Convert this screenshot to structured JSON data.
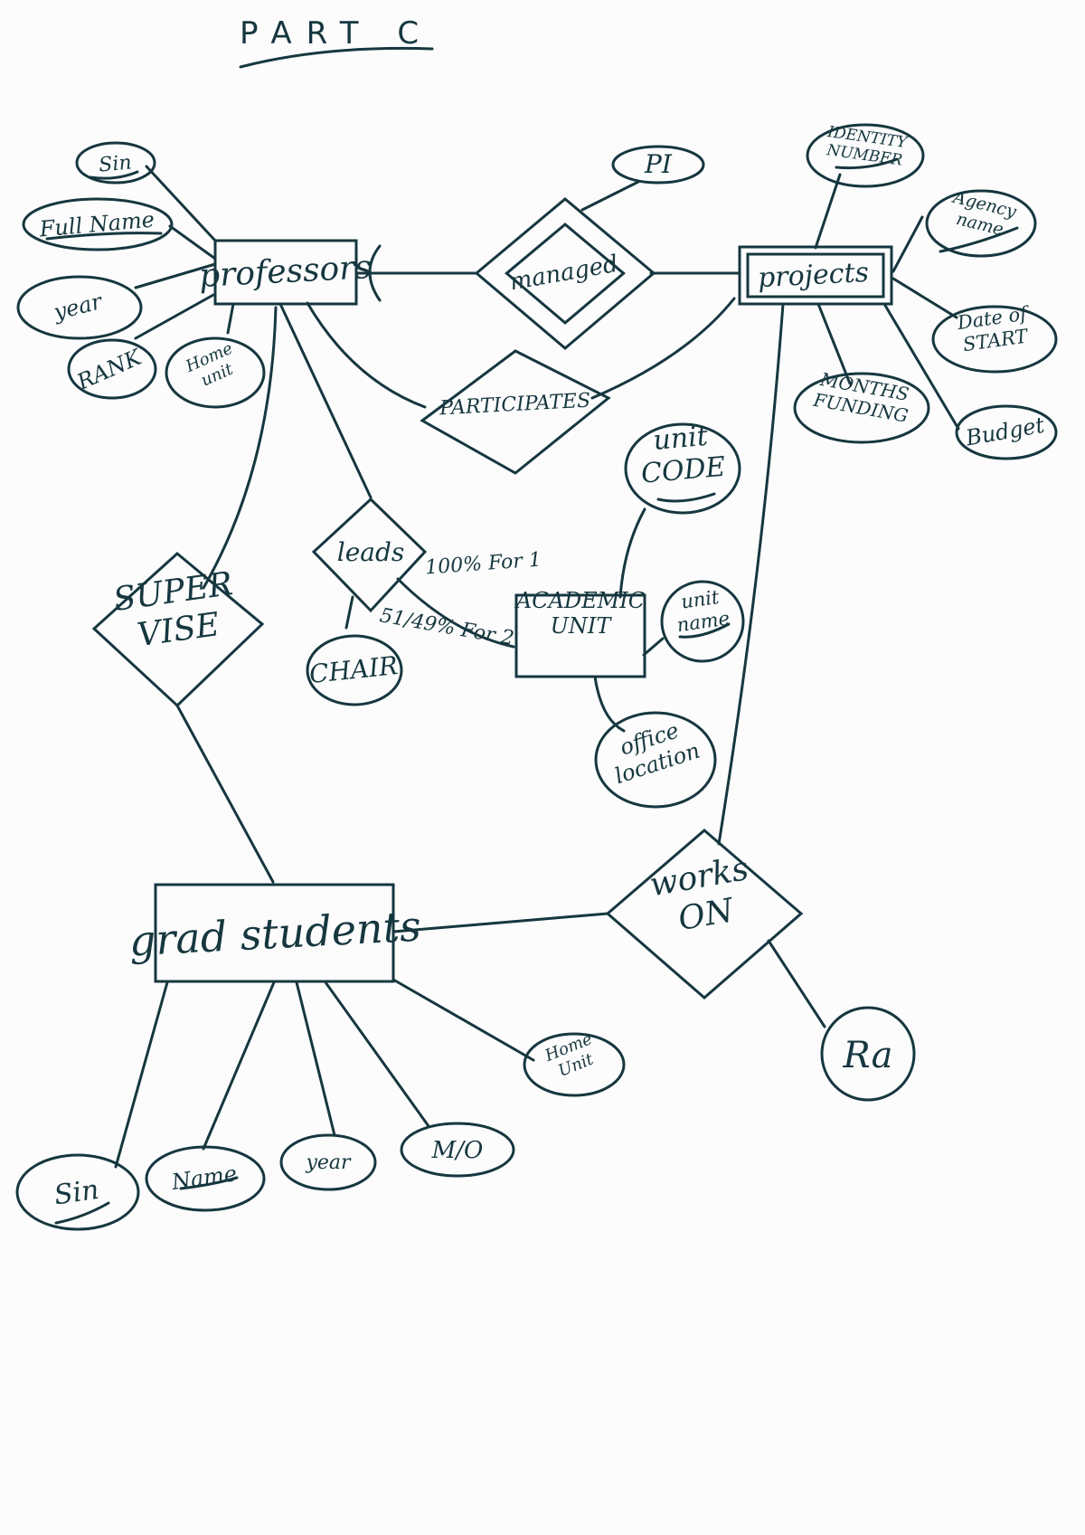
{
  "title": "PART C",
  "entities": {
    "professors": "professors",
    "projects": "projects",
    "academic_unit": [
      "ACADEMIC",
      "UNIT"
    ],
    "grad_students": "grad students"
  },
  "relationships": {
    "managed": "managed",
    "participates": "PARTICIPATES",
    "leads": "leads",
    "supervise": [
      "SUPER",
      "VISE"
    ],
    "works_on": [
      "works",
      "ON"
    ]
  },
  "attributes": {
    "prof_sin": "Sin",
    "prof_full_name": "Full Name",
    "prof_year": "year",
    "prof_rank": "RANK",
    "prof_home_unit": [
      "Home",
      "unit"
    ],
    "pi": "PI",
    "identity_number": [
      "IDENTITY",
      "NUMBER"
    ],
    "agency_name": [
      "Agency",
      "name"
    ],
    "date_of_start": [
      "Date of",
      "START"
    ],
    "budget": "Budget",
    "months_funding": [
      "MONTHS",
      "FUNDING"
    ],
    "unit_code": [
      "unit",
      "CODE"
    ],
    "unit_name": [
      "unit",
      "name"
    ],
    "office_location": [
      "office",
      "location"
    ],
    "chair": "CHAIR",
    "gs_sin": "Sin",
    "gs_name": "Name",
    "gs_year": "year",
    "gs_mo": "M/O",
    "gs_home_unit": [
      "Home",
      "Unit"
    ],
    "ra": "Ra"
  },
  "annotations": {
    "leads_100": "100% For 1",
    "leads_51": "51/49% For 2"
  }
}
